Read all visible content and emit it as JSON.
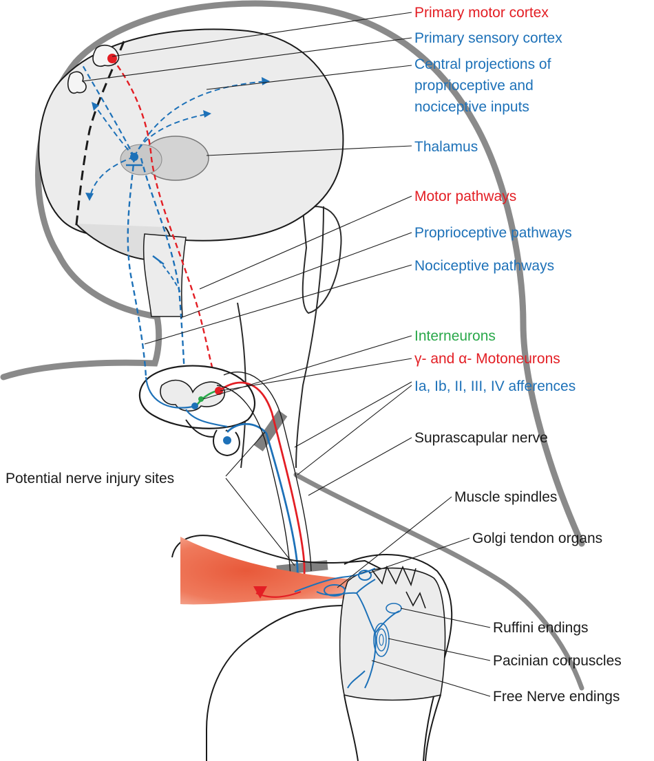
{
  "colors": {
    "motor": "#e31e24",
    "sensory": "#1d71b8",
    "interneuron": "#2aa84a",
    "text_black": "#1a1a1a",
    "outline_gray": "#7a7a7a",
    "muscle": "#ec6b4d",
    "brain_fill": "#ececec"
  },
  "labels": {
    "primary_motor_cortex": "Primary motor cortex",
    "primary_sensory_cortex": "Primary sensory cortex",
    "central_projections_1": "Central projections of",
    "central_projections_2": "proprioceptive and",
    "central_projections_3": "nociceptive inputs",
    "thalamus": "Thalamus",
    "motor_pathways": "Motor pathways",
    "proprioceptive_pathways": "Proprioceptive pathways",
    "nociceptive_pathways": "Nociceptive pathways",
    "interneurons": "Interneurons",
    "motoneurons": "γ- and α- Motoneurons",
    "afferences": "Ia, Ib, II, III, IV afferences",
    "suprascapular_nerve": "Suprascapular nerve",
    "potential_injury_sites": "Potential nerve injury sites",
    "muscle_spindles": "Muscle spindles",
    "golgi_tendon_organs": "Golgi tendon organs",
    "ruffini_endings": "Ruffini endings",
    "pacinian_corpuscles": "Pacinian corpuscles",
    "free_nerve_endings": "Free Nerve endings"
  }
}
